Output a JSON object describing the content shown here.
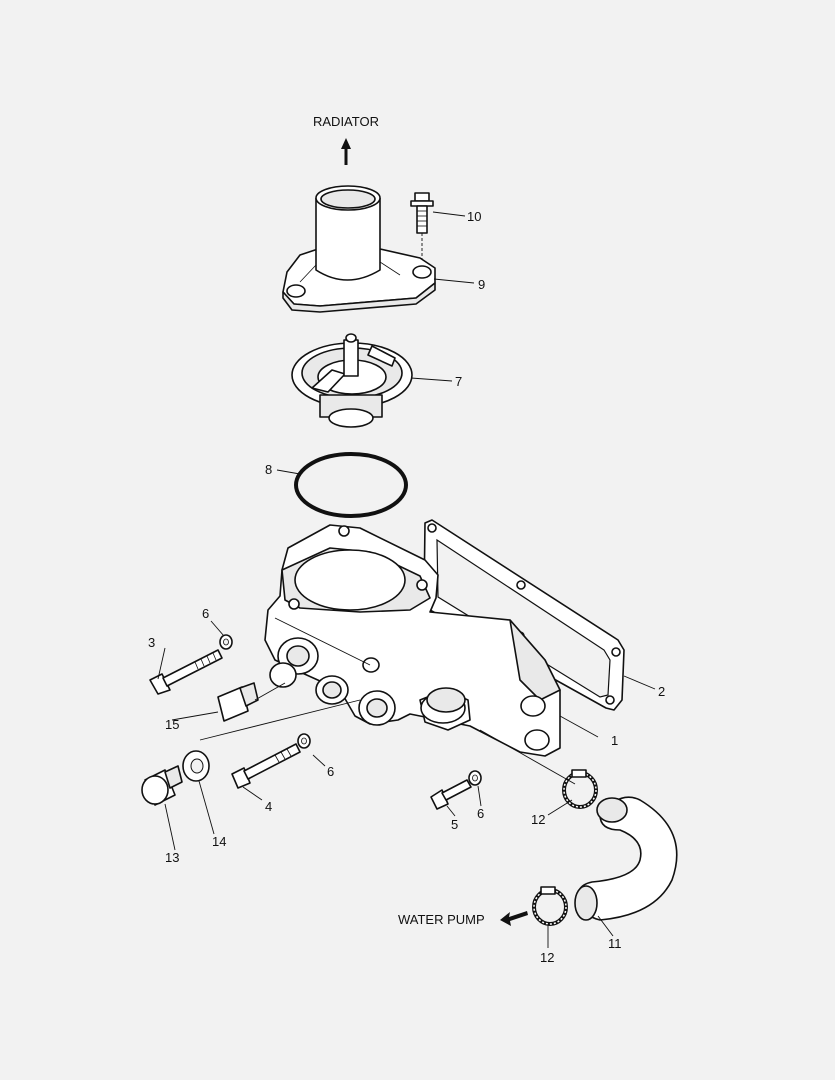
{
  "labels": {
    "radiator": "RADIATOR",
    "water_pump": "WATER PUMP"
  },
  "callouts": {
    "p1": "1",
    "p2": "2",
    "p3": "3",
    "p4": "4",
    "p5": "5",
    "p6a": "6",
    "p6b": "6",
    "p6c": "6",
    "p7": "7",
    "p8": "8",
    "p9": "9",
    "p10": "10",
    "p11": "11",
    "p12a": "12",
    "p12b": "12",
    "p13": "13",
    "p14": "14",
    "p15": "15"
  }
}
